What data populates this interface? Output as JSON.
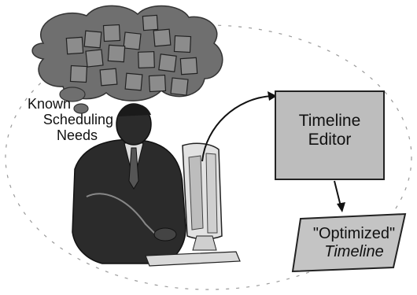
{
  "known_needs": {
    "line1": "Known",
    "line2": "Scheduling",
    "line3": "Needs"
  },
  "editor": {
    "line1": "Timeline",
    "line2": "Editor"
  },
  "result": {
    "line1": "\"Optimized\"",
    "line2": "Timeline"
  },
  "colors": {
    "cloud": "#707070",
    "note": "#8a8a8a",
    "editor_box": "#bdbdbd",
    "result_box": "#c4c4c4",
    "figure": "#2a2a2a"
  },
  "icons": [
    "thought-cloud",
    "sticky-note",
    "person-at-computer",
    "arrow"
  ]
}
